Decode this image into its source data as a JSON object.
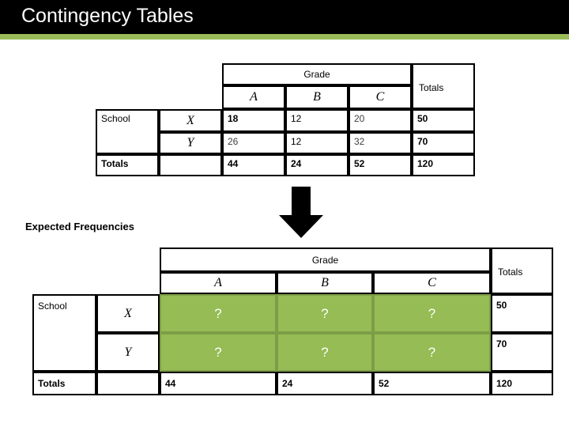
{
  "header": {
    "title": "Contingency Tables",
    "bar_color": "#000000",
    "accent_color": "#9ABB59",
    "title_color": "#FFFFFF"
  },
  "labels": {
    "expected_frequencies": "Expected Frequencies",
    "arrow_icon": "down-arrow-icon"
  },
  "colors": {
    "highlight_green": "#95BC55",
    "highlight_green_border": "#7C9E46",
    "grid_line": "#000000"
  },
  "observed_table": {
    "name": "observed-frequencies-table",
    "corner_blank_1": "",
    "corner_blank_2": "",
    "group_header": "Grade",
    "totals_header": "Totals",
    "column_headers": [
      "A",
      "B",
      "C"
    ],
    "row_group_label": "School",
    "row_labels": [
      "X",
      "Y"
    ],
    "rows": [
      {
        "label": "X",
        "values": [
          "18",
          "12",
          "20"
        ],
        "total": "50"
      },
      {
        "label": "Y",
        "values": [
          "26",
          "12",
          "32"
        ],
        "total": "70"
      }
    ],
    "totals_row_label": "Totals",
    "totals_row_blank": "",
    "column_totals": [
      "44",
      "24",
      "52"
    ],
    "grand_total": "120"
  },
  "expected_table": {
    "name": "expected-frequencies-table",
    "group_header": "Grade",
    "totals_header": "Totals",
    "column_headers": [
      "A",
      "B",
      "C"
    ],
    "row_group_label": "School",
    "rows": [
      {
        "label": "X",
        "values": [
          "?",
          "?",
          "?"
        ],
        "total": "50"
      },
      {
        "label": "Y",
        "values": [
          "?",
          "?",
          "?"
        ],
        "total": "70"
      }
    ],
    "totals_row_label": "Totals",
    "totals_row_blank": "",
    "column_totals": [
      "44",
      "24",
      "52"
    ],
    "grand_total": "120"
  }
}
